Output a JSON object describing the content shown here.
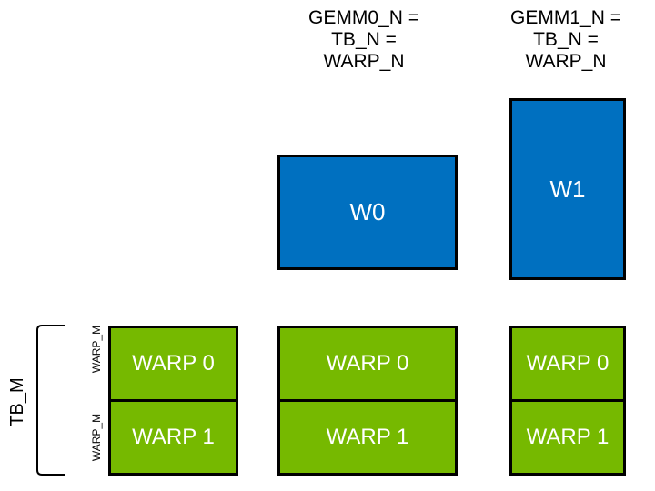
{
  "diagram": {
    "colors": {
      "blue_fill": "#0070C0",
      "green_fill": "#76B900",
      "outline": "#000000",
      "label_on_fill": "#FFFFFF",
      "label_dark": "#000000"
    },
    "column_headers": [
      {
        "lines": [
          "GEMM0_N =",
          "TB_N =",
          "WARP_N"
        ]
      },
      {
        "lines": [
          "GEMM1_N =",
          "TB_N =",
          "WARP_N"
        ]
      }
    ],
    "blue_boxes": [
      {
        "label": "W0"
      },
      {
        "label": "W1"
      }
    ],
    "warp_stacks": [
      {
        "cells": [
          "WARP 0",
          "WARP 1"
        ]
      },
      {
        "cells": [
          "WARP 0",
          "WARP 1"
        ]
      },
      {
        "cells": [
          "WARP 0",
          "WARP 1"
        ]
      }
    ],
    "side_labels": {
      "tb": "TB_M",
      "warp_rows": [
        "WARP_M",
        "WARP_M"
      ]
    }
  }
}
